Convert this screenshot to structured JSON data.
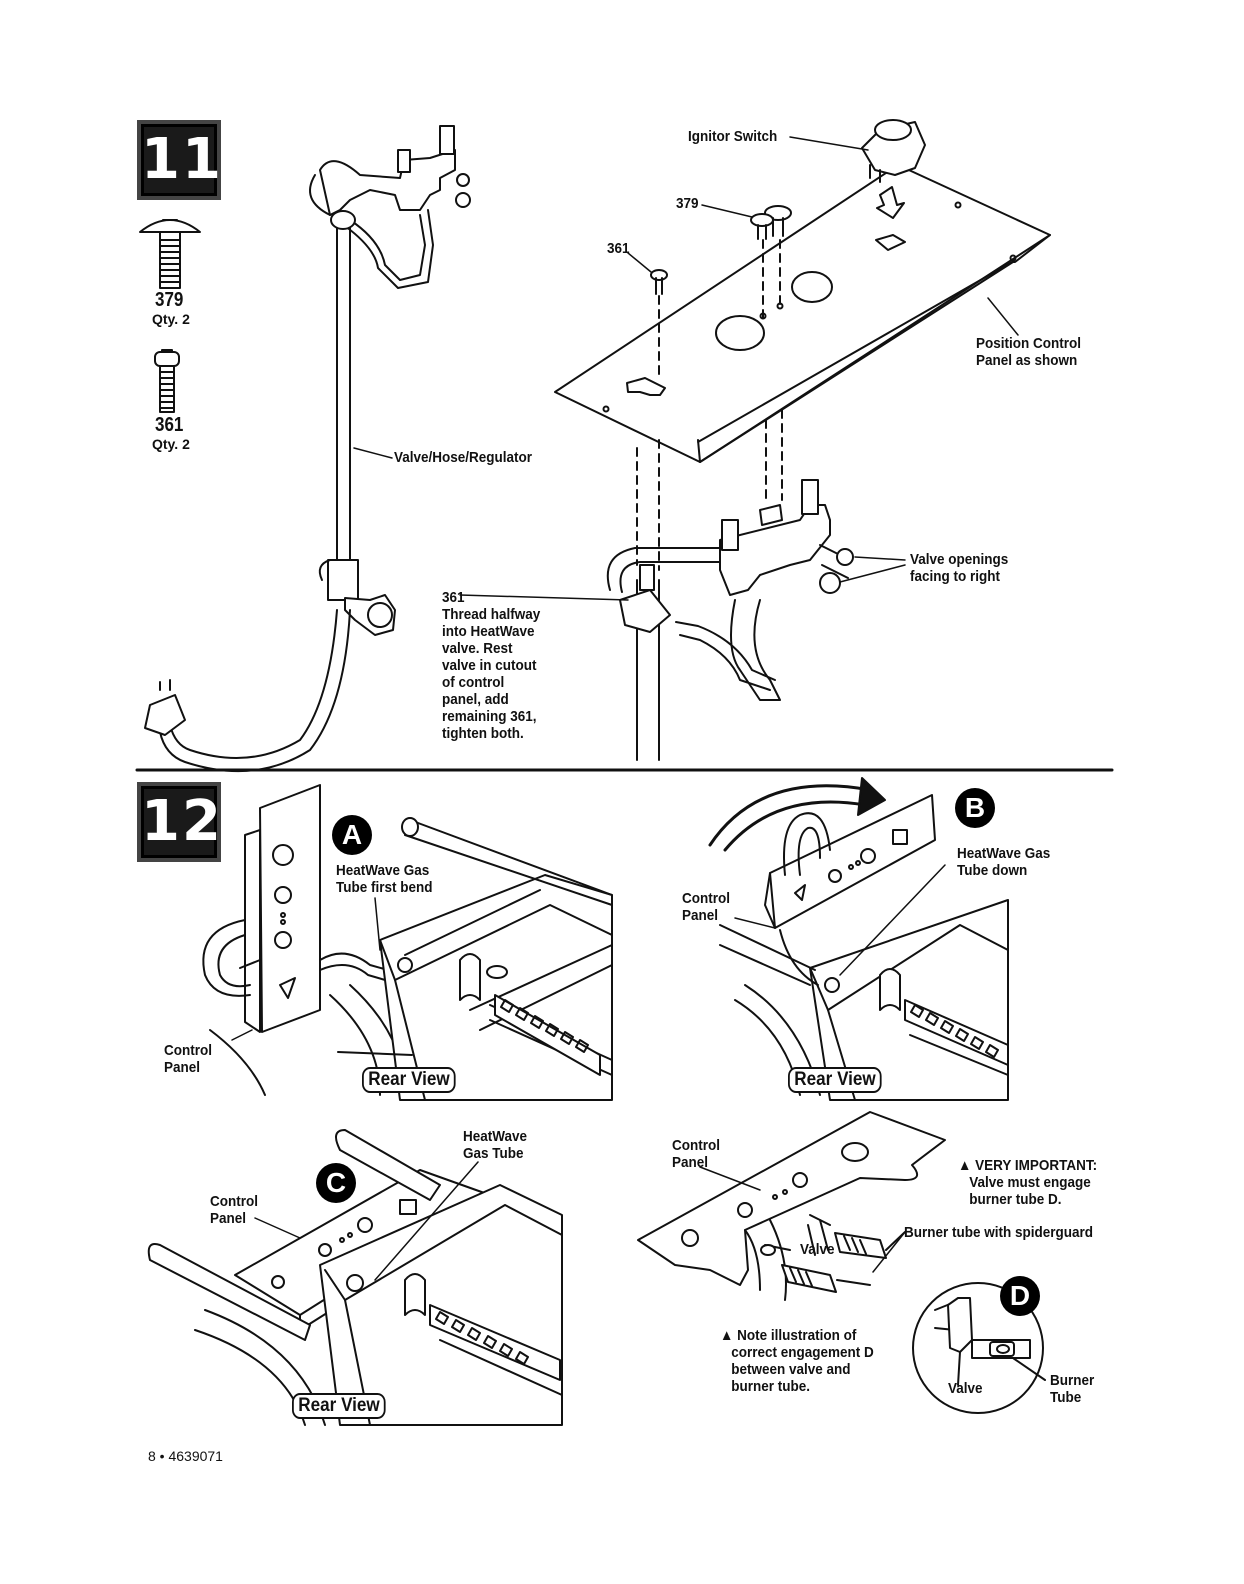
{
  "step11": {
    "number": "11",
    "parts": [
      {
        "num": "379",
        "qty": "Qty. 2"
      },
      {
        "num": "361",
        "qty": "Qty. 2"
      }
    ],
    "labels": {
      "ignitor_switch": "Ignitor Switch",
      "p379": "379",
      "p361_top": "361",
      "position_panel": "Position Control\nPanel as shown",
      "valve_hose_regulator": "Valve/Hose/Regulator",
      "valve_openings": "Valve openings\nfacing to right",
      "p361_note_num": "361",
      "p361_note": "Thread halfway\ninto HeatWave\nvalve. Rest\nvalve in cutout\nof control\npanel, add\nremaining 361,\ntighten both."
    }
  },
  "step12": {
    "number": "12",
    "panelA": {
      "badge": "A",
      "gas_tube": "HeatWave Gas\nTube first bend",
      "control_panel": "Control\nPanel",
      "rear_view": "Rear View"
    },
    "panelB": {
      "badge": "B",
      "gas_tube": "HeatWave Gas\nTube down",
      "control_panel": "Control\nPanel",
      "rear_view": "Rear View"
    },
    "panelC": {
      "badge": "C",
      "gas_tube": "HeatWave\nGas Tube",
      "control_panel": "Control\nPanel",
      "rear_view": "Rear View"
    },
    "panelD": {
      "badge": "D",
      "control_panel": "Control\nPanel",
      "important": "▲ VERY IMPORTANT:\n   Valve must engage\n   burner tube D.",
      "burner_tube_spider": "Burner tube with spiderguard",
      "valve": "Valve",
      "note": "▲ Note illustration of\n   correct engagement D\n   between valve and\n   burner tube.",
      "detail_valve": "Valve",
      "detail_burner": "Burner\nTube"
    }
  },
  "footer": "8 • 4639071"
}
